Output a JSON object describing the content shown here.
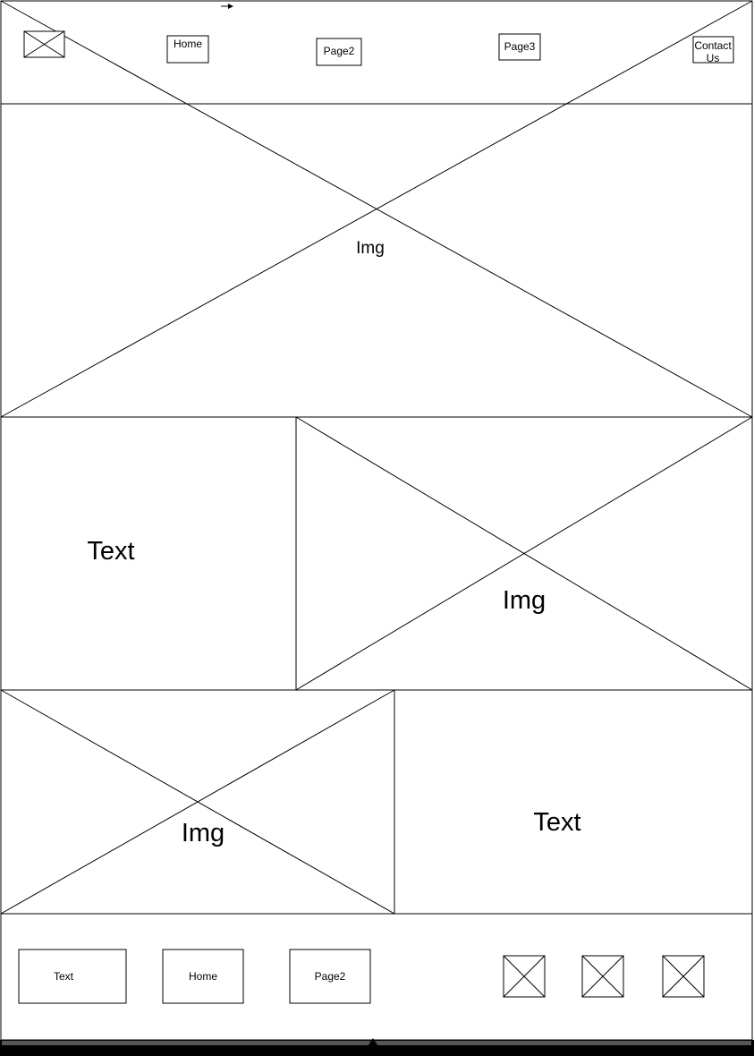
{
  "header": {
    "logo_icon": "image-placeholder-icon",
    "nav": {
      "home": "Home",
      "page2": "Page2",
      "page3": "Page3",
      "contact_line1": "Contact",
      "contact_line2": "Us"
    }
  },
  "hero": {
    "image_label": "Img"
  },
  "row1": {
    "text_label": "Text",
    "image_label": "Img"
  },
  "row2": {
    "image_label": "Img",
    "text_label": "Text"
  },
  "footer": {
    "buttons": {
      "text": "Text",
      "home": "Home",
      "page2": "Page2"
    },
    "social_icons": [
      "image-placeholder-icon",
      "image-placeholder-icon",
      "image-placeholder-icon"
    ]
  },
  "colors": {
    "stroke": "#000000",
    "background": "#ffffff",
    "scrollbar_track": "#555555",
    "scrollbar_edge": "#000000"
  }
}
